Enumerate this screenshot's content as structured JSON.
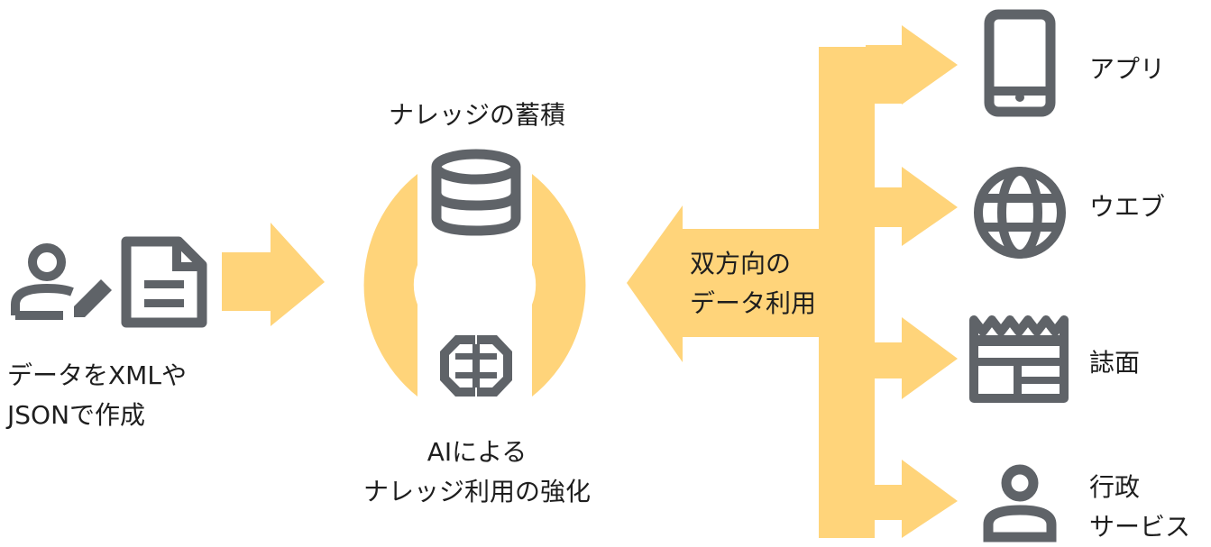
{
  "left": {
    "label": "データをXMLや\nJSONで作成"
  },
  "center": {
    "top_label": "ナレッジの蓄積",
    "bottom_label": "AIによる\nナレッジ利用の強化"
  },
  "arrow_label": "双方向の\nデータ利用",
  "outputs": [
    {
      "label": "アプリ",
      "icon": "smartphone-icon"
    },
    {
      "label": "ウエブ",
      "icon": "globe-icon"
    },
    {
      "label": "誌面",
      "icon": "newspaper-icon"
    },
    {
      "label": "行政\nサービス",
      "icon": "person-icon"
    }
  ],
  "colors": {
    "accent": "#FFD47A",
    "icon": "#5F6368",
    "text": "#1E1E1E"
  }
}
